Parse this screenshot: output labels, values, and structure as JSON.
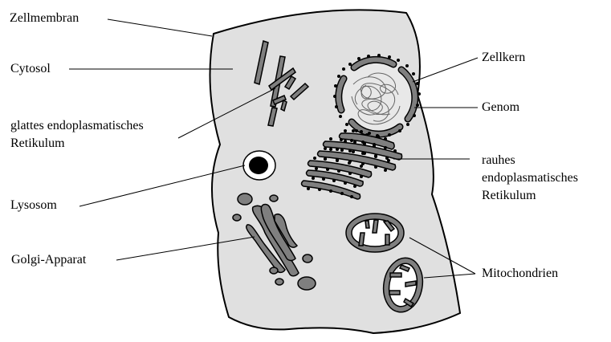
{
  "labels": {
    "zellmembran": "Zellmembran",
    "cytosol": "Cytosol",
    "glattes_er": [
      "glattes endoplasmatisches",
      "Retikulum"
    ],
    "lysosom": "Lysosom",
    "golgi": "Golgi-Apparat",
    "zellkern": "Zellkern",
    "genom": "Genom",
    "rauhes_er": [
      "rauhes",
      "endoplasmatisches",
      "Retikulum"
    ],
    "mitochondrien": "Mitochondrien"
  },
  "colors": {
    "cytosol": "#e0e0e0",
    "organelle": "#7f7f7f",
    "outline": "#000000",
    "ribosome": "#000000",
    "lysosome_core": "#000000",
    "mito_fill": "#ffffff",
    "nucleus_interior": "#ffffff"
  }
}
